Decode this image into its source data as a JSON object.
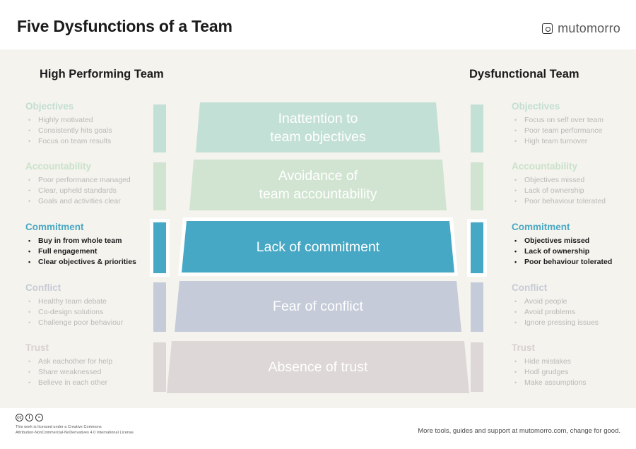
{
  "header": {
    "title": "Five Dysfunctions of a Team",
    "brand_name": "mutomorro",
    "brand_icon": "framed-circle-logo-icon"
  },
  "columns": {
    "left_heading": "High Performing Team",
    "right_heading": "Dysfunctional Team"
  },
  "colors": {
    "page_background": "#ffffff",
    "canvas_background": "#f4f3ee",
    "band_objectives": "#c3e0d6",
    "band_accountability": "#d1e4d1",
    "band_commitment": "#46a8c4",
    "band_conflict": "#c5cbd8",
    "band_trust": "#ded7d7",
    "active_accent": "#4aa8c2",
    "dim_text": "#b9b9b7",
    "title_text": "#1b1b1b"
  },
  "rows": [
    {
      "key": "objectives",
      "state": "dim",
      "color_class": "c-green",
      "band_color": "#c3e0d6",
      "band_label": "Inattention to\nteam objectives",
      "left": {
        "title": "Objectives",
        "bullets": [
          "Highly motivated",
          "Consistently hits goals",
          "Focus on team results"
        ]
      },
      "right": {
        "title": "Objectives",
        "bullets": [
          "Focus on self over team",
          "Poor team performance",
          "High team turnover"
        ]
      }
    },
    {
      "key": "accountability",
      "state": "dim",
      "color_class": "c-green2",
      "band_color": "#d1e4d1",
      "band_label": "Avoidance of\nteam accountability",
      "left": {
        "title": "Accountability",
        "bullets": [
          "Poor performance managed",
          "Clear, upheld standards",
          "Goals and activities clear"
        ]
      },
      "right": {
        "title": "Accountability",
        "bullets": [
          "Objectives missed",
          "Lack of ownership",
          "Poor behaviour tolerated"
        ]
      }
    },
    {
      "key": "commitment",
      "state": "active",
      "color_class": "c-blue",
      "band_color": "#46a8c4",
      "band_label": "Lack of commitment",
      "left": {
        "title": "Commitment",
        "bullets": [
          "Buy in from whole team",
          "Full engagement",
          "Clear objectives & priorities"
        ]
      },
      "right": {
        "title": "Commitment",
        "bullets": [
          "Objectives missed",
          "Lack of ownership",
          "Poor behaviour tolerated"
        ]
      }
    },
    {
      "key": "conflict",
      "state": "dim",
      "color_class": "c-grey",
      "band_color": "#c5cbd8",
      "band_label": "Fear of conflict",
      "left": {
        "title": "Conflict",
        "bullets": [
          "Healthy team debate",
          "Co-design solutions",
          "Challenge poor behaviour"
        ]
      },
      "right": {
        "title": "Conflict",
        "bullets": [
          "Avoid people",
          "Avoid problems",
          "Ignore pressing issues"
        ]
      }
    },
    {
      "key": "trust",
      "state": "dim",
      "color_class": "c-taupe",
      "band_color": "#ded7d7",
      "band_label": "Absence of trust",
      "left": {
        "title": "Trust",
        "bullets": [
          "Ask eachother for help",
          "Share weaknessed",
          "Believe in each other"
        ]
      },
      "right": {
        "title": "Trust",
        "bullets": [
          "Hide mistakes",
          "Hodl grudges",
          "Make assumptions"
        ]
      }
    }
  ],
  "footer": {
    "license_text": "This work is licensed under a Creative Commons\nAttribution-NonCommercial-NoDerivatives 4.0 International License.",
    "cc_badges": [
      "cc",
      "by",
      "nd"
    ],
    "note": "More tools, guides and support at mutomorro.com, change for good."
  }
}
